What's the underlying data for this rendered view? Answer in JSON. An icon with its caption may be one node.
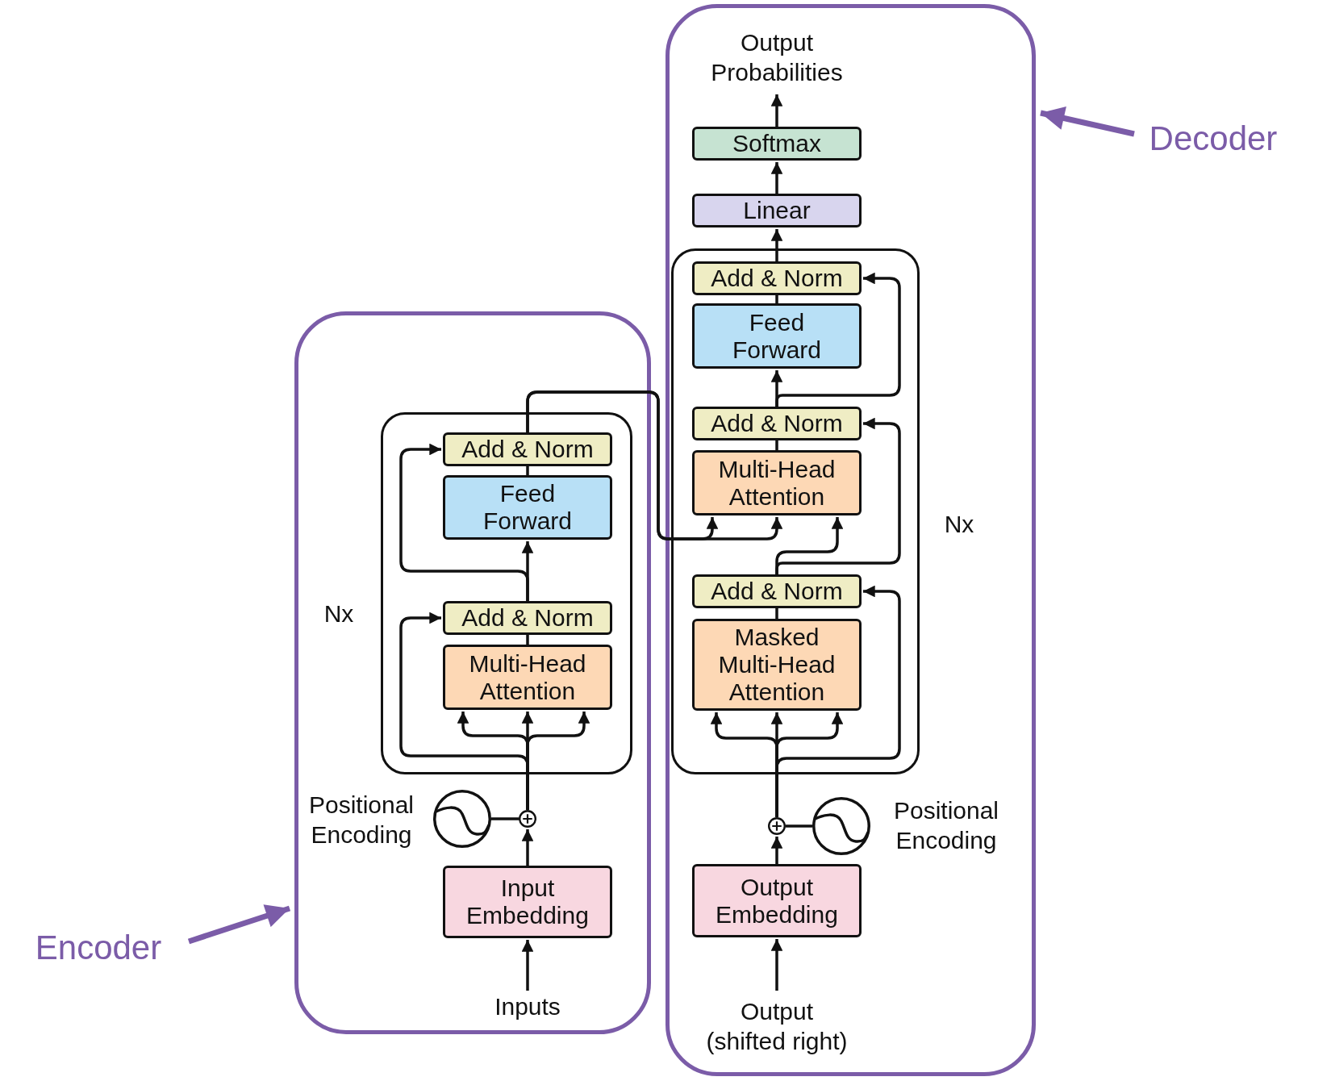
{
  "diagram": {
    "nodes": [
      {
        "text": [],
        "shape": "box"
      },
      {
        "text": [],
        "shape": "box",
        "in": 0,
        "beside": [
          "Nx"
        ]
      },
      {
        "text": [
          "Add & Norm"
        ],
        "in": 1
      },
      {
        "text": [
          "Feed Forward"
        ],
        "in": 1
      },
      {
        "text": [
          "Add & Norm"
        ],
        "in": 1
      },
      {
        "text": [
          "Multi-Head Attention"
        ],
        "in": 1
      },
      {
        "text": [],
        "shape": "circle",
        "in": 0,
        "beside": [
          "Positional Encoding"
        ]
      },
      {
        "text": [],
        "shape": "circle",
        "in": 0
      },
      {
        "text": [
          "Input Embedding"
        ],
        "in": 0
      },
      {
        "text": [
          "Inputs"
        ],
        "in": 0
      },
      {
        "text": [],
        "shape": "box"
      },
      {
        "text": [
          "Output Probabilities"
        ],
        "in": 10
      },
      {
        "text": [
          "Softmax"
        ],
        "in": 10
      },
      {
        "text": [
          "Linear"
        ],
        "in": 10
      },
      {
        "text": [],
        "shape": "box",
        "in": 10,
        "beside": [
          "Nx"
        ]
      },
      {
        "text": [
          "Add & Norm"
        ],
        "in": 14
      },
      {
        "text": [
          "Feed Forward"
        ],
        "in": 14
      },
      {
        "text": [
          "Add & Norm"
        ],
        "in": 14
      },
      {
        "text": [
          "Multi-Head Attention"
        ],
        "in": 14
      },
      {
        "text": [
          "Add & Norm"
        ],
        "in": 14
      },
      {
        "text": [
          "Masked Multi-Head Attention"
        ],
        "in": 14
      },
      {
        "text": [],
        "shape": "circle",
        "in": 10
      },
      {
        "text": [],
        "shape": "circle",
        "in": 10,
        "beside": [
          "Positional Encoding"
        ]
      },
      {
        "text": [
          "Output Embedding"
        ],
        "in": 10
      },
      {
        "text": [
          "Output (shifted right)"
        ],
        "in": 10
      },
      {
        "text": [
          "Encoder"
        ]
      },
      {
        "text": [
          "Decoder"
        ]
      }
    ],
    "edges": [
      {
        "from": 9,
        "to": 8,
        "arrow": "to"
      },
      {
        "from": 8,
        "to": 7,
        "arrow": "to"
      },
      {
        "from": 6,
        "to": 7,
        "arrow": "none"
      },
      {
        "from": 7,
        "to": 5,
        "arrow": "to"
      },
      {
        "from": 7,
        "to": 5,
        "arrow": "to"
      },
      {
        "from": 7,
        "to": 5,
        "arrow": "to"
      },
      {
        "from": 7,
        "to": 4,
        "arrow": "to"
      },
      {
        "from": 5,
        "to": 4,
        "arrow": "none"
      },
      {
        "from": 4,
        "to": 3,
        "arrow": "to"
      },
      {
        "from": 4,
        "to": 2,
        "arrow": "to"
      },
      {
        "from": 3,
        "to": 2,
        "arrow": "none"
      },
      {
        "from": 2,
        "to": 18,
        "arrow": "to"
      },
      {
        "from": 2,
        "to": 18,
        "arrow": "to"
      },
      {
        "from": 19,
        "to": 18,
        "arrow": "to"
      },
      {
        "from": 19,
        "to": 17,
        "arrow": "to"
      },
      {
        "from": 18,
        "to": 17,
        "arrow": "none"
      },
      {
        "from": 17,
        "to": 16,
        "arrow": "to"
      },
      {
        "from": 17,
        "to": 15,
        "arrow": "to"
      },
      {
        "from": 16,
        "to": 15,
        "arrow": "none"
      },
      {
        "from": 15,
        "to": 13,
        "arrow": "to"
      },
      {
        "from": 13,
        "to": 12,
        "arrow": "to"
      },
      {
        "from": 12,
        "to": 11,
        "arrow": "to"
      },
      {
        "from": 24,
        "to": 23,
        "arrow": "to"
      },
      {
        "from": 23,
        "to": 21,
        "arrow": "to"
      },
      {
        "from": 22,
        "to": 21,
        "arrow": "none"
      },
      {
        "from": 21,
        "to": 20,
        "arrow": "to"
      },
      {
        "from": 21,
        "to": 20,
        "arrow": "to"
      },
      {
        "from": 21,
        "to": 20,
        "arrow": "to"
      },
      {
        "from": 21,
        "to": 19,
        "arrow": "to"
      },
      {
        "from": 20,
        "to": 19,
        "arrow": "none"
      },
      {
        "from": 25,
        "to": 0,
        "arrow": "to",
        "style": "thick",
        "color": "#7b5ca8"
      },
      {
        "from": 26,
        "to": 10,
        "arrow": "to",
        "style": "thick",
        "color": "#7b5ca8"
      }
    ]
  }
}
